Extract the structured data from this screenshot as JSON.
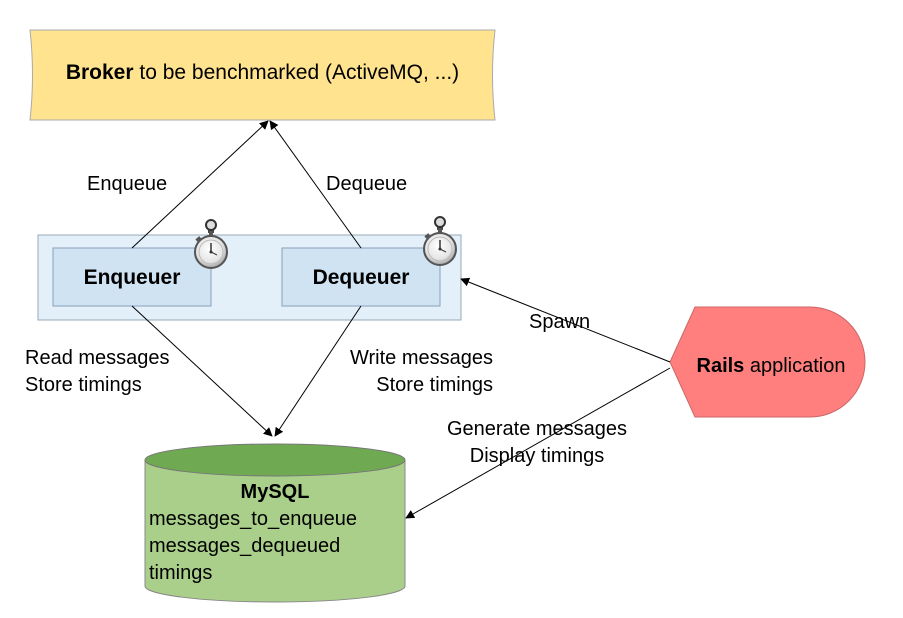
{
  "colors": {
    "broker_fill": "#ffe38f",
    "container_fill": "#e3eff9",
    "worker_fill": "#cfe3f3",
    "db_fill": "#a9cf8a",
    "db_top": "#6faa52",
    "rails_fill": "#ff7f7f",
    "line": "#000000"
  },
  "broker": {
    "name": "Broker",
    "rest": " to be benchmarked (ActiveMQ, ...)"
  },
  "edges": {
    "enqueue": "Enqueue",
    "dequeue": "Dequeue",
    "spawn": "Spawn",
    "enqueuer_db": [
      "Read messages",
      "Store timings"
    ],
    "dequeuer_db": [
      "Write messages",
      "Store timings"
    ],
    "rails_db": [
      "Generate messages",
      "Display timings"
    ]
  },
  "workers": {
    "enqueuer": "Enqueuer",
    "dequeuer": "Dequeuer",
    "timer_icon": "stopwatch-icon"
  },
  "rails": {
    "name": "Rails",
    "rest": " application"
  },
  "db": {
    "name": "MySQL",
    "tables": [
      "messages_to_enqueue",
      "messages_dequeued",
      "timings"
    ]
  }
}
